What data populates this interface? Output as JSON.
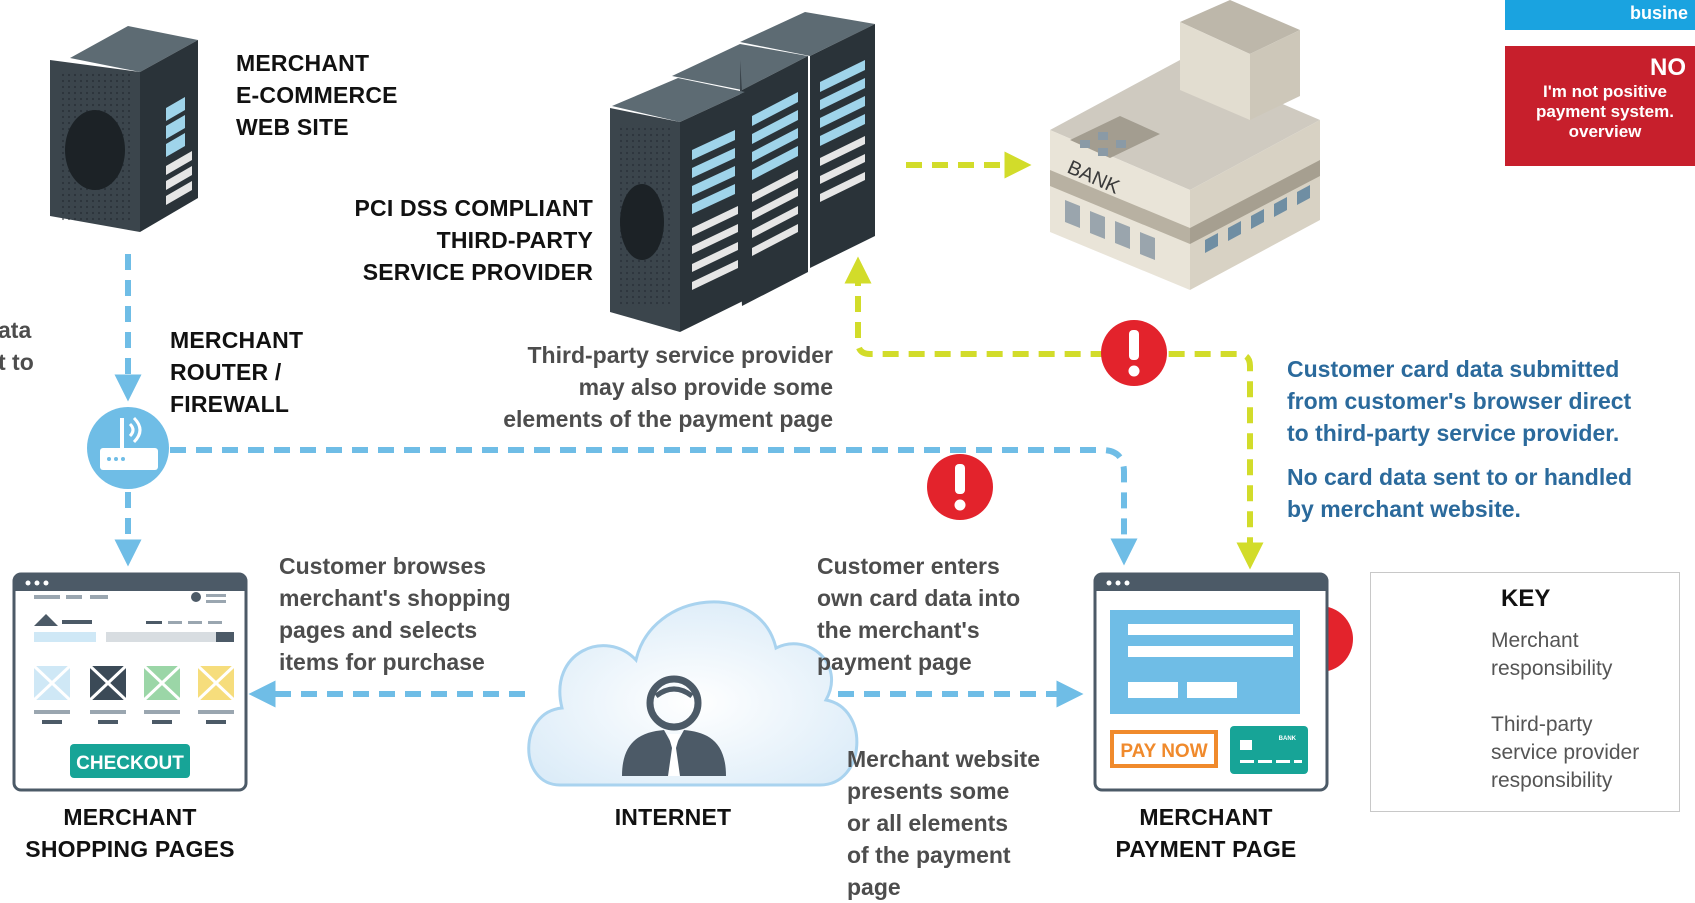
{
  "colors": {
    "merchant": "#6fbde6",
    "third_party": "#d2dc2a",
    "alert": "#e3232c",
    "pay_now": "#f08a2c",
    "checkout": "#17a497"
  },
  "icons": [
    "server-rack-icon",
    "bank-building-icon",
    "router-icon",
    "alert-icon",
    "cloud-icon",
    "person-icon",
    "card-icon"
  ],
  "notes": {
    "blue_text": "busine",
    "red_heading": "NO",
    "red_line1": "I'm not positive",
    "red_line2": "payment system.",
    "red_line3": "overview"
  },
  "labels": {
    "merchant_site": [
      "MERCHANT",
      "E-COMMERCE",
      "WEB SITE"
    ],
    "pci_provider": [
      "PCI DSS COMPLIANT",
      "THIRD-PARTY",
      "SERVICE PROVIDER"
    ],
    "router": [
      "MERCHANT",
      "ROUTER /",
      "FIREWALL"
    ],
    "cut_left": [
      "ata",
      "t to"
    ],
    "third_party_elements": [
      "Third-party service provider",
      "may also provide some",
      "elements of the payment page"
    ],
    "card_submitted": [
      "Customer card data submitted",
      "from customer's browser direct",
      "to third-party service provider."
    ],
    "no_card_data": [
      "No card data sent to or handled",
      "by merchant website."
    ],
    "browses": [
      "Customer browses",
      "merchant's shopping",
      "pages and selects",
      "items for purchase"
    ],
    "enters": [
      "Customer enters",
      "own card data into",
      "the merchant's",
      "payment page"
    ],
    "presents": [
      "Merchant website",
      "presents some",
      "or all elements",
      "of the payment",
      "page"
    ],
    "shopping_pages": [
      "MERCHANT",
      "SHOPPING PAGES"
    ],
    "internet": "INTERNET",
    "payment_page": [
      "MERCHANT",
      "PAYMENT PAGE"
    ],
    "bank_sign": "BANK",
    "checkout_button": "CHECKOUT",
    "pay_now_button": "PAY NOW",
    "card_brand": "BANK"
  },
  "key": {
    "title": "KEY",
    "merchant": [
      "Merchant",
      "responsibility"
    ],
    "third_party": [
      "Third-party",
      "service provider",
      "responsibility"
    ]
  }
}
